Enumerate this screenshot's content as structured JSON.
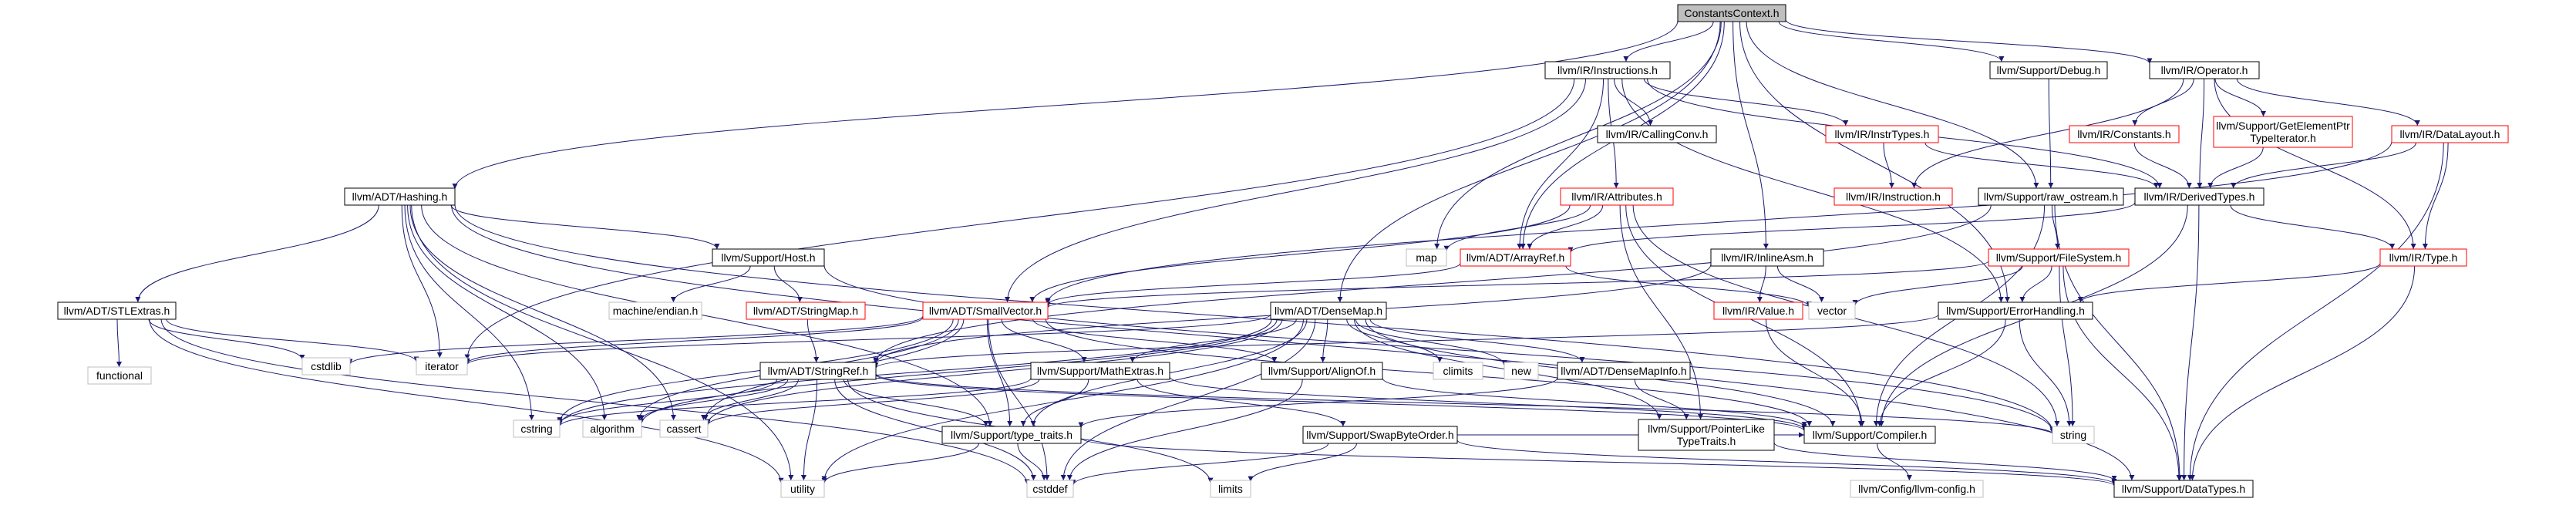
{
  "diagram": {
    "root": "n_root",
    "colors": {
      "edge": "#191970",
      "root_fill": "#bfbfbf",
      "normal_border": "#000000",
      "truncated_border": "#ff0000",
      "system_border": "#bfbfbf",
      "text": "#000000"
    },
    "nodes": [
      {
        "id": "n_root",
        "label": "ConstantsContext.h",
        "kind": "root"
      },
      {
        "id": "n_instr",
        "label": "llvm/IR/Instructions.h",
        "kind": "normal"
      },
      {
        "id": "n_debug",
        "label": "llvm/Support/Debug.h",
        "kind": "normal"
      },
      {
        "id": "n_operator",
        "label": "llvm/IR/Operator.h",
        "kind": "normal"
      },
      {
        "id": "n_hashing",
        "label": "llvm/ADT/Hashing.h",
        "kind": "normal"
      },
      {
        "id": "n_callconv",
        "label": "llvm/IR/CallingConv.h",
        "kind": "normal"
      },
      {
        "id": "n_instrtypes",
        "label": "llvm/IR/InstrTypes.h",
        "kind": "truncated"
      },
      {
        "id": "n_constants",
        "label": "llvm/IR/Constants.h",
        "kind": "truncated"
      },
      {
        "id": "n_gep",
        "label": [
          "llvm/Support/GetElementPtr",
          "TypeIterator.h"
        ],
        "kind": "truncated"
      },
      {
        "id": "n_datalayout",
        "label": "llvm/IR/DataLayout.h",
        "kind": "truncated"
      },
      {
        "id": "n_instruction",
        "label": "llvm/IR/Instruction.h",
        "kind": "truncated"
      },
      {
        "id": "n_rawos",
        "label": "llvm/Support/raw_ostream.h",
        "kind": "normal"
      },
      {
        "id": "n_derived",
        "label": "llvm/IR/DerivedTypes.h",
        "kind": "normal"
      },
      {
        "id": "n_attributes",
        "label": "llvm/IR/Attributes.h",
        "kind": "truncated"
      },
      {
        "id": "n_map",
        "label": "map",
        "kind": "system"
      },
      {
        "id": "n_arrayref",
        "label": "llvm/ADT/ArrayRef.h",
        "kind": "truncated"
      },
      {
        "id": "n_inlineasm",
        "label": "llvm/IR/InlineAsm.h",
        "kind": "normal"
      },
      {
        "id": "n_filesystem",
        "label": "llvm/Support/FileSystem.h",
        "kind": "truncated"
      },
      {
        "id": "n_type",
        "label": "llvm/IR/Type.h",
        "kind": "truncated"
      },
      {
        "id": "n_host",
        "label": "llvm/Support/Host.h",
        "kind": "normal"
      },
      {
        "id": "n_stlextras",
        "label": "llvm/ADT/STLExtras.h",
        "kind": "normal"
      },
      {
        "id": "n_machendian",
        "label": "machine/endian.h",
        "kind": "system"
      },
      {
        "id": "n_stringmap",
        "label": "llvm/ADT/StringMap.h",
        "kind": "truncated"
      },
      {
        "id": "n_smallvec",
        "label": "llvm/ADT/SmallVector.h",
        "kind": "truncated"
      },
      {
        "id": "n_densemap",
        "label": "llvm/ADT/DenseMap.h",
        "kind": "normal"
      },
      {
        "id": "n_value",
        "label": "llvm/IR/Value.h",
        "kind": "truncated"
      },
      {
        "id": "n_vector",
        "label": "vector",
        "kind": "system"
      },
      {
        "id": "n_errhandling",
        "label": "llvm/Support/ErrorHandling.h",
        "kind": "normal"
      },
      {
        "id": "n_functional",
        "label": "functional",
        "kind": "system"
      },
      {
        "id": "n_cstdlib",
        "label": "cstdlib",
        "kind": "system"
      },
      {
        "id": "n_iterator",
        "label": "iterator",
        "kind": "system"
      },
      {
        "id": "n_stringref",
        "label": "llvm/ADT/StringRef.h",
        "kind": "normal"
      },
      {
        "id": "n_mathextras",
        "label": "llvm/Support/MathExtras.h",
        "kind": "normal"
      },
      {
        "id": "n_alignof",
        "label": "llvm/Support/AlignOf.h",
        "kind": "normal"
      },
      {
        "id": "n_climits",
        "label": "climits",
        "kind": "system"
      },
      {
        "id": "n_new",
        "label": "new",
        "kind": "system"
      },
      {
        "id": "n_densemapinfo",
        "label": "llvm/ADT/DenseMapInfo.h",
        "kind": "normal"
      },
      {
        "id": "n_cstring",
        "label": "cstring",
        "kind": "system"
      },
      {
        "id": "n_algorithm",
        "label": "algorithm",
        "kind": "system"
      },
      {
        "id": "n_cassert",
        "label": "cassert",
        "kind": "system"
      },
      {
        "id": "n_typetraits",
        "label": "llvm/Support/type_traits.h",
        "kind": "normal"
      },
      {
        "id": "n_swapbyte",
        "label": "llvm/Support/SwapByteOrder.h",
        "kind": "normal"
      },
      {
        "id": "n_ptrlike",
        "label": [
          "llvm/Support/PointerLike",
          "TypeTraits.h"
        ],
        "kind": "normal"
      },
      {
        "id": "n_compiler",
        "label": "llvm/Support/Compiler.h",
        "kind": "normal"
      },
      {
        "id": "n_string",
        "label": "string",
        "kind": "system"
      },
      {
        "id": "n_utility",
        "label": "utility",
        "kind": "system"
      },
      {
        "id": "n_cstddef",
        "label": "cstddef",
        "kind": "system"
      },
      {
        "id": "n_limits",
        "label": "limits",
        "kind": "system"
      },
      {
        "id": "n_config",
        "label": "llvm/Config/llvm-config.h",
        "kind": "system"
      },
      {
        "id": "n_datatypes",
        "label": "llvm/Support/DataTypes.h",
        "kind": "normal"
      }
    ],
    "edges": [
      [
        "n_root",
        "n_instr"
      ],
      [
        "n_root",
        "n_debug"
      ],
      [
        "n_root",
        "n_operator"
      ],
      [
        "n_root",
        "n_hashing"
      ],
      [
        "n_root",
        "n_map"
      ],
      [
        "n_root",
        "n_densemap"
      ],
      [
        "n_root",
        "n_rawos"
      ],
      [
        "n_root",
        "n_inlineasm"
      ],
      [
        "n_root",
        "n_errhandling"
      ],
      [
        "n_root",
        "n_arrayref"
      ],
      [
        "n_instr",
        "n_callconv"
      ],
      [
        "n_instr",
        "n_instrtypes"
      ],
      [
        "n_instr",
        "n_attributes"
      ],
      [
        "n_instr",
        "n_derived"
      ],
      [
        "n_instr",
        "n_arrayref"
      ],
      [
        "n_instr",
        "n_smallvec"
      ],
      [
        "n_instr",
        "n_errhandling"
      ],
      [
        "n_instr",
        "n_iterator"
      ],
      [
        "n_instrtypes",
        "n_instruction"
      ],
      [
        "n_instrtypes",
        "n_derived"
      ],
      [
        "n_debug",
        "n_rawos"
      ],
      [
        "n_operator",
        "n_constants"
      ],
      [
        "n_operator",
        "n_gep"
      ],
      [
        "n_operator",
        "n_datalayout"
      ],
      [
        "n_operator",
        "n_derived"
      ],
      [
        "n_operator",
        "n_instruction"
      ],
      [
        "n_operator",
        "n_type"
      ],
      [
        "n_constants",
        "n_derived"
      ],
      [
        "n_gep",
        "n_derived"
      ],
      [
        "n_datalayout",
        "n_derived"
      ],
      [
        "n_datalayout",
        "n_type"
      ],
      [
        "n_datalayout",
        "n_datatypes"
      ],
      [
        "n_datalayout",
        "n_smallvec"
      ],
      [
        "n_derived",
        "n_type"
      ],
      [
        "n_derived",
        "n_compiler"
      ],
      [
        "n_derived",
        "n_datatypes"
      ],
      [
        "n_derived",
        "n_arrayref"
      ],
      [
        "n_type",
        "n_errhandling"
      ],
      [
        "n_type",
        "n_datatypes"
      ],
      [
        "n_rawos",
        "n_filesystem"
      ],
      [
        "n_rawos",
        "n_compiler"
      ],
      [
        "n_rawos",
        "n_datatypes"
      ],
      [
        "n_rawos",
        "n_stringref"
      ],
      [
        "n_filesystem",
        "n_errhandling"
      ],
      [
        "n_filesystem",
        "n_vector"
      ],
      [
        "n_filesystem",
        "n_string"
      ],
      [
        "n_filesystem",
        "n_datatypes"
      ],
      [
        "n_filesystem",
        "n_smallvec"
      ],
      [
        "n_attributes",
        "n_arrayref"
      ],
      [
        "n_attributes",
        "n_map"
      ],
      [
        "n_attributes",
        "n_string"
      ],
      [
        "n_attributes",
        "n_compiler"
      ],
      [
        "n_attributes",
        "n_ptrlike"
      ],
      [
        "n_attributes",
        "n_smallvec"
      ],
      [
        "n_arrayref",
        "n_vector"
      ],
      [
        "n_arrayref",
        "n_smallvec"
      ],
      [
        "n_inlineasm",
        "n_value"
      ],
      [
        "n_inlineasm",
        "n_vector"
      ],
      [
        "n_inlineasm",
        "n_stringref"
      ],
      [
        "n_value",
        "n_compiler"
      ],
      [
        "n_errhandling",
        "n_compiler"
      ],
      [
        "n_errhandling",
        "n_string"
      ],
      [
        "n_errhandling",
        "n_stringref"
      ],
      [
        "n_hashing",
        "n_stlextras"
      ],
      [
        "n_hashing",
        "n_host"
      ],
      [
        "n_hashing",
        "n_typetraits"
      ],
      [
        "n_hashing",
        "n_iterator"
      ],
      [
        "n_hashing",
        "n_algorithm"
      ],
      [
        "n_hashing",
        "n_cassert"
      ],
      [
        "n_hashing",
        "n_cstring"
      ],
      [
        "n_hashing",
        "n_string"
      ],
      [
        "n_hashing",
        "n_utility"
      ],
      [
        "n_hashing",
        "n_datatypes"
      ],
      [
        "n_host",
        "n_machendian"
      ],
      [
        "n_host",
        "n_stringmap"
      ],
      [
        "n_host",
        "n_string"
      ],
      [
        "n_stringmap",
        "n_stringref"
      ],
      [
        "n_stlextras",
        "n_functional"
      ],
      [
        "n_stlextras",
        "n_cstdlib"
      ],
      [
        "n_stlextras",
        "n_iterator"
      ],
      [
        "n_stlextras",
        "n_utility"
      ],
      [
        "n_stlextras",
        "n_cstddef"
      ],
      [
        "n_smallvec",
        "n_alignof"
      ],
      [
        "n_smallvec",
        "n_mathextras"
      ],
      [
        "n_smallvec",
        "n_typetraits"
      ],
      [
        "n_smallvec",
        "n_compiler"
      ],
      [
        "n_smallvec",
        "n_cstdlib"
      ],
      [
        "n_smallvec",
        "n_iterator"
      ],
      [
        "n_smallvec",
        "n_cstring"
      ],
      [
        "n_smallvec",
        "n_cassert"
      ],
      [
        "n_smallvec",
        "n_algorithm"
      ],
      [
        "n_smallvec",
        "n_cstddef"
      ],
      [
        "n_densemap",
        "n_densemapinfo"
      ],
      [
        "n_densemap",
        "n_alignof"
      ],
      [
        "n_densemap",
        "n_mathextras"
      ],
      [
        "n_densemap",
        "n_ptrlike"
      ],
      [
        "n_densemap",
        "n_typetraits"
      ],
      [
        "n_densemap",
        "n_climits"
      ],
      [
        "n_densemap",
        "n_new"
      ],
      [
        "n_densemap",
        "n_iterator"
      ],
      [
        "n_densemap",
        "n_utility"
      ],
      [
        "n_densemap",
        "n_cstddef"
      ],
      [
        "n_densemap",
        "n_algorithm"
      ],
      [
        "n_densemap",
        "n_cassert"
      ],
      [
        "n_densemap",
        "n_cstring"
      ],
      [
        "n_densemap",
        "n_compiler"
      ],
      [
        "n_densemapinfo",
        "n_ptrlike"
      ],
      [
        "n_densemapinfo",
        "n_typetraits"
      ],
      [
        "n_stringref",
        "n_compiler"
      ],
      [
        "n_stringref",
        "n_typetraits"
      ],
      [
        "n_stringref",
        "n_algorithm"
      ],
      [
        "n_stringref",
        "n_cassert"
      ],
      [
        "n_stringref",
        "n_cstring"
      ],
      [
        "n_stringref",
        "n_limits"
      ],
      [
        "n_stringref",
        "n_string"
      ],
      [
        "n_stringref",
        "n_utility"
      ],
      [
        "n_stringref",
        "n_cstddef"
      ],
      [
        "n_mathextras",
        "n_compiler"
      ],
      [
        "n_mathextras",
        "n_swapbyte"
      ],
      [
        "n_mathextras",
        "n_typetraits"
      ],
      [
        "n_mathextras",
        "n_cassert"
      ],
      [
        "n_mathextras",
        "n_cstring"
      ],
      [
        "n_alignof",
        "n_compiler"
      ],
      [
        "n_alignof",
        "n_cstddef"
      ],
      [
        "n_typetraits",
        "n_utility"
      ],
      [
        "n_typetraits",
        "n_cstddef"
      ],
      [
        "n_typetraits",
        "n_datatypes"
      ],
      [
        "n_swapbyte",
        "n_compiler"
      ],
      [
        "n_swapbyte",
        "n_datatypes"
      ],
      [
        "n_swapbyte",
        "n_cstddef"
      ],
      [
        "n_swapbyte",
        "n_limits"
      ],
      [
        "n_ptrlike",
        "n_datatypes"
      ],
      [
        "n_compiler",
        "n_config"
      ]
    ]
  }
}
